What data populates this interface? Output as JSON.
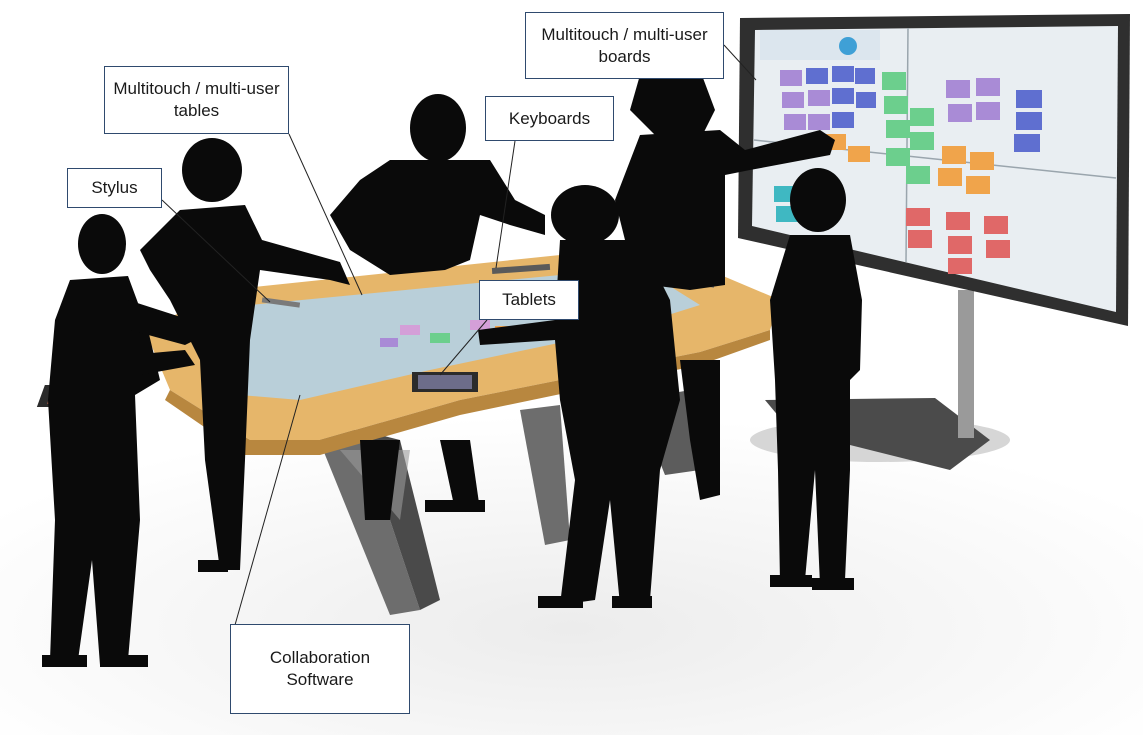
{
  "callouts": {
    "tables": "Multitouch / multi-user tables",
    "stylus": "Stylus",
    "keyboards": "Keyboards",
    "boards": "Multitouch / multi-user boards",
    "tablets": "Tablets",
    "software": "Collaboration Software"
  },
  "colors": {
    "silhouette": "#0a0a0a",
    "table_wood": "#e6b66a",
    "table_screen": "#b9cfd9",
    "board_frame": "#3a3a3a",
    "board_screen": "#e9eef2",
    "callout_border": "#2f4a6e",
    "sticky_purple": "#a98bd6",
    "sticky_blue": "#5f6fd0",
    "sticky_green": "#6ccf8d",
    "sticky_orange": "#f0a44b",
    "sticky_red": "#e06868",
    "sticky_teal": "#3fb8c2"
  }
}
